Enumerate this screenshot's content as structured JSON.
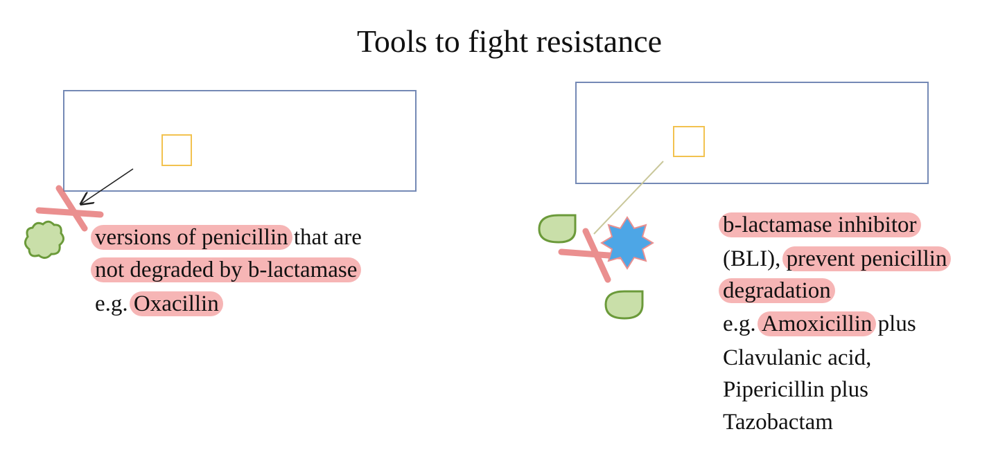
{
  "slide": {
    "title": "Tools to fight resistance"
  },
  "left_panel": {
    "line1_highlight": "versions of penicillin",
    "line1_rest": " that are",
    "line2_highlight": "not degraded by b-lactamase",
    "line3_prefix": "e.g. ",
    "line3_highlight": "Oxacillin"
  },
  "right_panel": {
    "line1_highlight": "b-lactamase inhibitor",
    "line2_prefix": "(BLI), ",
    "line2_highlight": "prevent penicillin",
    "line3_highlight": "degradation",
    "line4_prefix": "e.g. ",
    "line4_highlight": "Amoxicillin",
    "line4_rest": " plus",
    "line5": "Clavulanic acid,",
    "line6": "Pipericillin plus",
    "line7": "Tazobactam"
  },
  "colors": {
    "cell_outline": "#7489b5",
    "penicillin_square": "#f2c24f",
    "highlight": "#ee7878",
    "enzyme_fill": "#c9dfa9",
    "enzyme_outline": "#6b9a3a",
    "inhibitor_star": "#4da6e6",
    "cross": "#e36a6a"
  },
  "icons": {
    "blob": "beta-lactamase-enzyme-blob",
    "drop": "beta-lactamase-enzyme-drop",
    "star": "inhibitor-star",
    "cross": "blocked-cross"
  }
}
